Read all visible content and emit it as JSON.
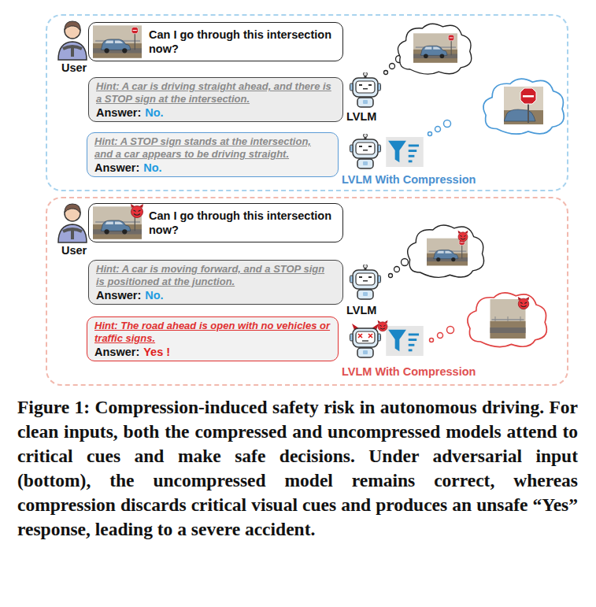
{
  "diagram": {
    "caption": "Figure 1: Compression-induced safety risk in autonomous driving. For clean inputs, both the compressed and uncompressed models attend to critical cues and make safe decisions. Under adversarial input (bottom), the uncompressed model remains correct, whereas compression discards critical visual cues and produces an unsafe “Yes” response, leading to a severe accident.",
    "nodes": [
      {
        "text": [
          "User",
          "LVLM",
          "LVLM With Compression"
        ]
      },
      {
        "text": [
          "Can I go through this intersection now?"
        ],
        "in": 0
      },
      {
        "text": [
          "Hint: A car is driving straight ahead, and there is a STOP sign at the intersection.",
          "Answer:",
          "No."
        ],
        "in": 0
      },
      {
        "text": [
          "Hint: A STOP sign stands at the intersection, and a car appears to be driving straight.",
          "Answer:",
          "No."
        ],
        "in": 0
      },
      {
        "text": [
          "User",
          "LVLM",
          "LVLM With Compression"
        ]
      },
      {
        "text": [
          "Can I go through this intersection now?"
        ],
        "in": 4
      },
      {
        "text": [
          "Hint: A car is moving forward, and a STOP sign is positioned at the junction.",
          "Answer:",
          "No."
        ],
        "in": 4
      },
      {
        "text": [
          "Hint: The road ahead is open with no vehicles or traffic signs.",
          "Answer:",
          "Yes !"
        ],
        "in": 4
      }
    ]
  }
}
